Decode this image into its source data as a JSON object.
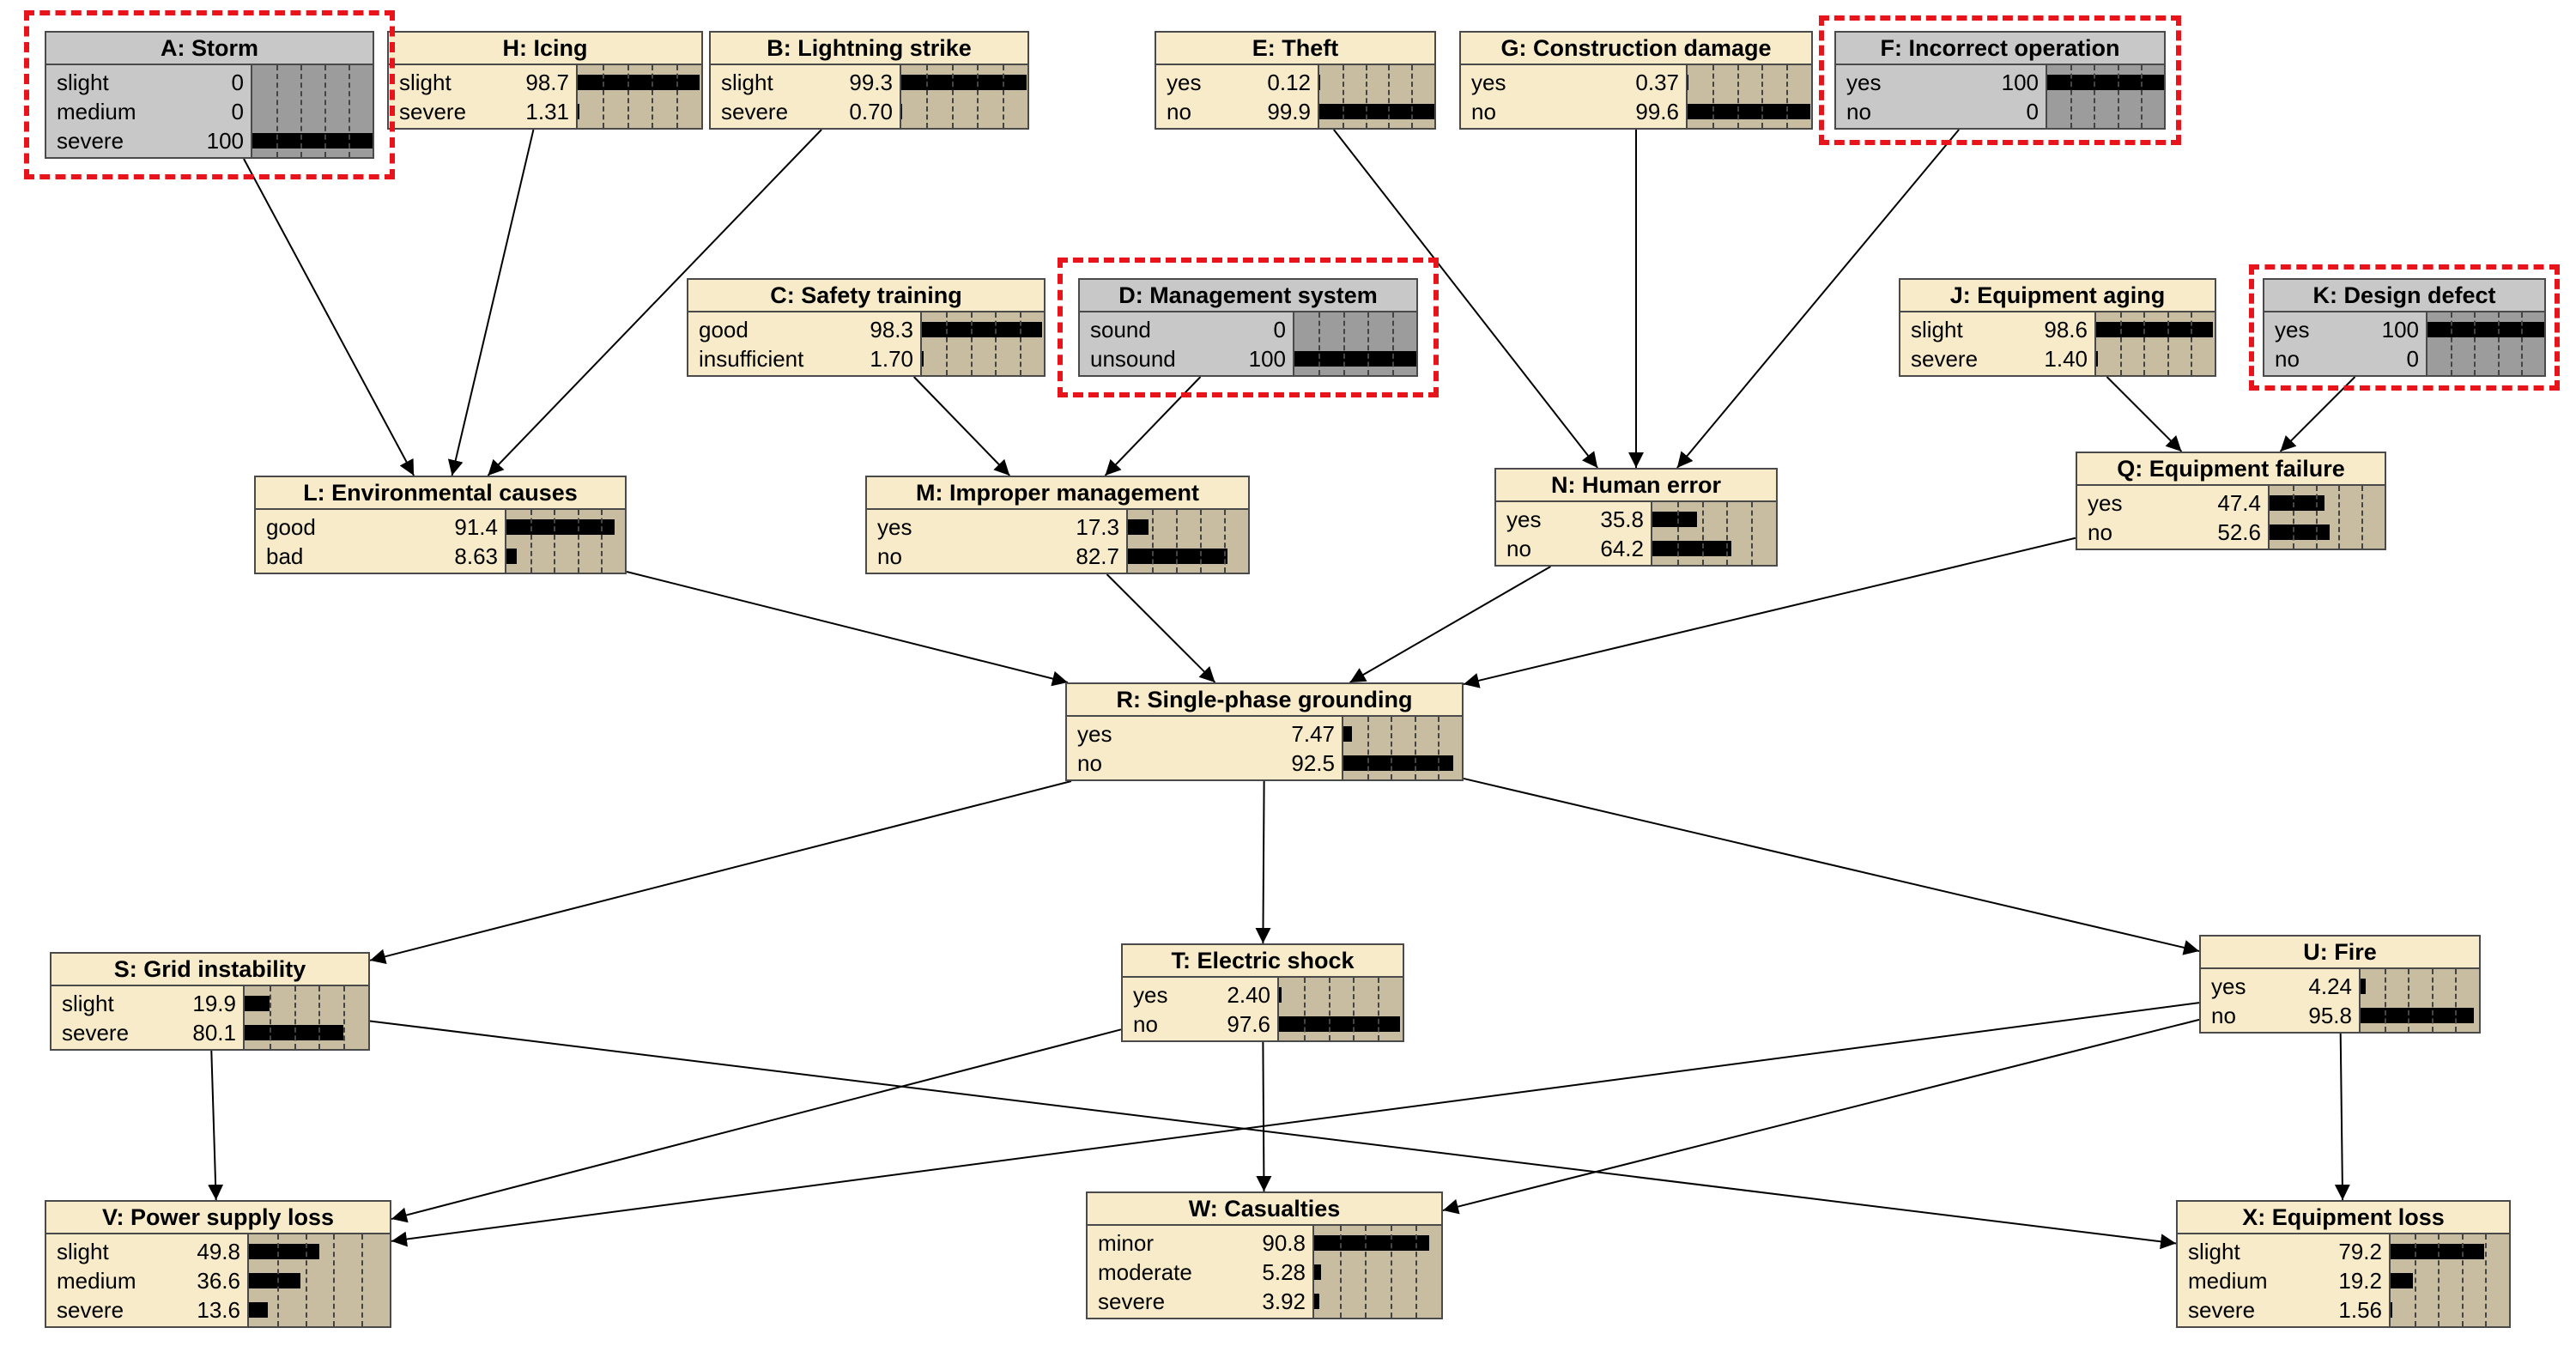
{
  "nodes": [
    {
      "id": "A",
      "title": "A: Storm",
      "evidence": true,
      "states": [
        {
          "label": "slight",
          "value": "0",
          "p": 0
        },
        {
          "label": "medium",
          "value": "0",
          "p": 0
        },
        {
          "label": "severe",
          "value": "100",
          "p": 100
        }
      ]
    },
    {
      "id": "H",
      "title": "H: Icing",
      "evidence": false,
      "states": [
        {
          "label": "slight",
          "value": "98.7",
          "p": 98.7
        },
        {
          "label": "severe",
          "value": "1.31",
          "p": 1.31
        }
      ]
    },
    {
      "id": "B",
      "title": "B: Lightning strike",
      "evidence": false,
      "states": [
        {
          "label": "slight",
          "value": "99.3",
          "p": 99.3
        },
        {
          "label": "severe",
          "value": "0.70",
          "p": 0.7
        }
      ]
    },
    {
      "id": "E",
      "title": "E: Theft",
      "evidence": false,
      "states": [
        {
          "label": "yes",
          "value": "0.12",
          "p": 0.12
        },
        {
          "label": "no",
          "value": "99.9",
          "p": 99.9
        }
      ]
    },
    {
      "id": "G",
      "title": "G: Construction damage",
      "evidence": false,
      "states": [
        {
          "label": "yes",
          "value": "0.37",
          "p": 0.37
        },
        {
          "label": "no",
          "value": "99.6",
          "p": 99.6
        }
      ]
    },
    {
      "id": "F",
      "title": "F: Incorrect operation",
      "evidence": true,
      "states": [
        {
          "label": "yes",
          "value": "100",
          "p": 100
        },
        {
          "label": "no",
          "value": "0",
          "p": 0
        }
      ]
    },
    {
      "id": "C",
      "title": "C: Safety training",
      "evidence": false,
      "states": [
        {
          "label": "good",
          "value": "98.3",
          "p": 98.3
        },
        {
          "label": "insufficient",
          "value": "1.70",
          "p": 1.7
        }
      ]
    },
    {
      "id": "D",
      "title": "D: Management system",
      "evidence": true,
      "states": [
        {
          "label": "sound",
          "value": "0",
          "p": 0
        },
        {
          "label": "unsound",
          "value": "100",
          "p": 100
        }
      ]
    },
    {
      "id": "J",
      "title": "J: Equipment aging",
      "evidence": false,
      "states": [
        {
          "label": "slight",
          "value": "98.6",
          "p": 98.6
        },
        {
          "label": "severe",
          "value": "1.40",
          "p": 1.4
        }
      ]
    },
    {
      "id": "K",
      "title": "K: Design defect",
      "evidence": true,
      "states": [
        {
          "label": "yes",
          "value": "100",
          "p": 100
        },
        {
          "label": "no",
          "value": "0",
          "p": 0
        }
      ]
    },
    {
      "id": "L",
      "title": "L: Environmental causes",
      "evidence": false,
      "states": [
        {
          "label": "good",
          "value": "91.4",
          "p": 91.4
        },
        {
          "label": "bad",
          "value": "8.63",
          "p": 8.63
        }
      ]
    },
    {
      "id": "M",
      "title": "M: Improper management",
      "evidence": false,
      "states": [
        {
          "label": "yes",
          "value": "17.3",
          "p": 17.3
        },
        {
          "label": "no",
          "value": "82.7",
          "p": 82.7
        }
      ]
    },
    {
      "id": "N",
      "title": "N: Human error",
      "evidence": false,
      "states": [
        {
          "label": "yes",
          "value": "35.8",
          "p": 35.8
        },
        {
          "label": "no",
          "value": "64.2",
          "p": 64.2
        }
      ]
    },
    {
      "id": "Q",
      "title": "Q: Equipment failure",
      "evidence": false,
      "states": [
        {
          "label": "yes",
          "value": "47.4",
          "p": 47.4
        },
        {
          "label": "no",
          "value": "52.6",
          "p": 52.6
        }
      ]
    },
    {
      "id": "R",
      "title": "R: Single-phase grounding",
      "evidence": false,
      "states": [
        {
          "label": "yes",
          "value": "7.47",
          "p": 7.47
        },
        {
          "label": "no",
          "value": "92.5",
          "p": 92.5
        }
      ]
    },
    {
      "id": "S",
      "title": "S: Grid instability",
      "evidence": false,
      "states": [
        {
          "label": "slight",
          "value": "19.9",
          "p": 19.9
        },
        {
          "label": "severe",
          "value": "80.1",
          "p": 80.1
        }
      ]
    },
    {
      "id": "T",
      "title": "T: Electric shock",
      "evidence": false,
      "states": [
        {
          "label": "yes",
          "value": "2.40",
          "p": 2.4
        },
        {
          "label": "no",
          "value": "97.6",
          "p": 97.6
        }
      ]
    },
    {
      "id": "U",
      "title": "U: Fire",
      "evidence": false,
      "states": [
        {
          "label": "yes",
          "value": "4.24",
          "p": 4.24
        },
        {
          "label": "no",
          "value": "95.8",
          "p": 95.8
        }
      ]
    },
    {
      "id": "V",
      "title": "V: Power supply loss",
      "evidence": false,
      "states": [
        {
          "label": "slight",
          "value": "49.8",
          "p": 49.8
        },
        {
          "label": "medium",
          "value": "36.6",
          "p": 36.6
        },
        {
          "label": "severe",
          "value": "13.6",
          "p": 13.6
        }
      ]
    },
    {
      "id": "W",
      "title": "W: Casualties",
      "evidence": false,
      "states": [
        {
          "label": "minor",
          "value": "90.8",
          "p": 90.8
        },
        {
          "label": "moderate",
          "value": "5.28",
          "p": 5.28
        },
        {
          "label": "severe",
          "value": "3.92",
          "p": 3.92
        }
      ]
    },
    {
      "id": "X",
      "title": "X: Equipment loss",
      "evidence": false,
      "states": [
        {
          "label": "slight",
          "value": "79.2",
          "p": 79.2
        },
        {
          "label": "medium",
          "value": "19.2",
          "p": 19.2
        },
        {
          "label": "severe",
          "value": "1.56",
          "p": 1.56
        }
      ]
    }
  ],
  "edges": [
    [
      "A",
      "L"
    ],
    [
      "H",
      "L"
    ],
    [
      "B",
      "L"
    ],
    [
      "C",
      "M"
    ],
    [
      "D",
      "M"
    ],
    [
      "E",
      "N"
    ],
    [
      "G",
      "N"
    ],
    [
      "F",
      "N"
    ],
    [
      "J",
      "Q"
    ],
    [
      "K",
      "Q"
    ],
    [
      "L",
      "R"
    ],
    [
      "M",
      "R"
    ],
    [
      "N",
      "R"
    ],
    [
      "Q",
      "R"
    ],
    [
      "R",
      "S"
    ],
    [
      "R",
      "T"
    ],
    [
      "R",
      "U"
    ],
    [
      "S",
      "V"
    ],
    [
      "S",
      "X"
    ],
    [
      "T",
      "V"
    ],
    [
      "T",
      "W"
    ],
    [
      "U",
      "V"
    ],
    [
      "U",
      "W"
    ],
    [
      "U",
      "X"
    ]
  ],
  "colors": {
    "node_fill": "#f7ebc9",
    "bar_area": "#c9bda1",
    "evidence_fill": "#c8c8c8",
    "evidence_bar_area": "#9c9c9c",
    "highlight": "#e8141b"
  }
}
